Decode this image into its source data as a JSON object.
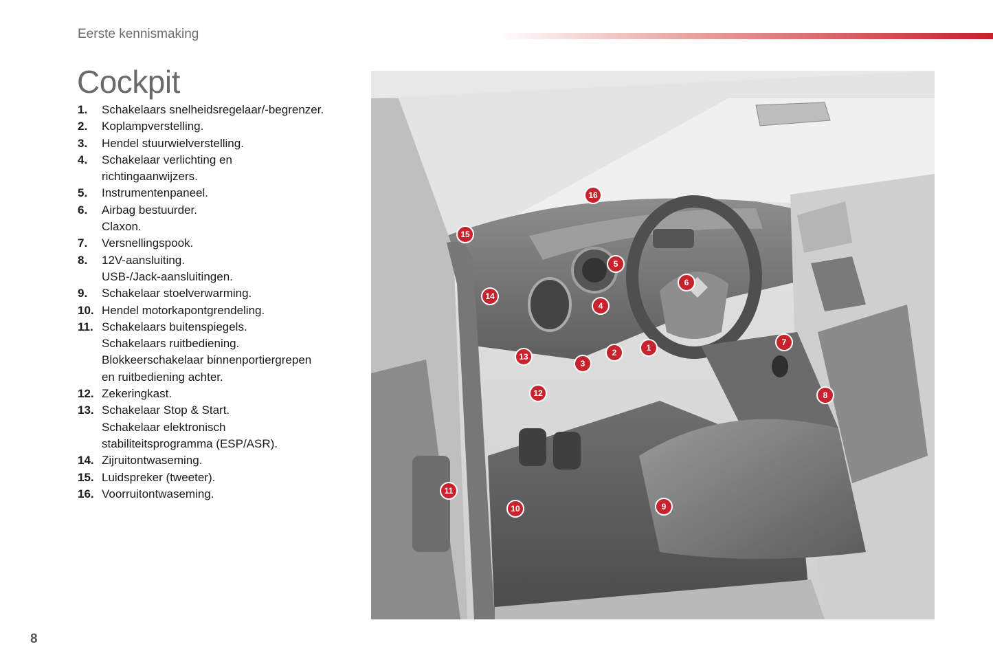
{
  "header": {
    "section_title": "Eerste kennismaking"
  },
  "page": {
    "title": "Cockpit",
    "number": "8"
  },
  "legend": [
    {
      "num": "1.",
      "lines": [
        "Schakelaars snelheidsregelaar/-begrenzer."
      ]
    },
    {
      "num": "2.",
      "lines": [
        "Koplampverstelling."
      ]
    },
    {
      "num": "3.",
      "lines": [
        "Hendel stuurwielverstelling."
      ]
    },
    {
      "num": "4.",
      "lines": [
        "Schakelaar verlichting en",
        "richtingaanwijzers."
      ]
    },
    {
      "num": "5.",
      "lines": [
        "Instrumentenpaneel."
      ]
    },
    {
      "num": "6.",
      "lines": [
        "Airbag bestuurder.",
        "Claxon."
      ]
    },
    {
      "num": "7.",
      "lines": [
        "Versnellingspook."
      ]
    },
    {
      "num": "8.",
      "lines": [
        "12V-aansluiting.",
        "USB-/Jack-aansluitingen."
      ]
    },
    {
      "num": "9.",
      "lines": [
        "Schakelaar stoelverwarming."
      ]
    },
    {
      "num": "10.",
      "lines": [
        "Hendel motorkapontgrendeling."
      ]
    },
    {
      "num": "11.",
      "lines": [
        "Schakelaars buitenspiegels.",
        "Schakelaars ruitbediening.",
        "Blokkeerschakelaar binnenportiergrepen",
        "en ruitbediening achter."
      ]
    },
    {
      "num": "12.",
      "lines": [
        "Zekeringkast."
      ]
    },
    {
      "num": "13.",
      "lines": [
        "Schakelaar Stop & Start.",
        "Schakelaar elektronisch",
        "stabiliteitsprogramma (ESP/ASR)."
      ]
    },
    {
      "num": "14.",
      "lines": [
        "Zijruitontwaseming."
      ]
    },
    {
      "num": "15.",
      "lines": [
        "Luidspreker (tweeter)."
      ]
    },
    {
      "num": "16.",
      "lines": [
        "Voorruitontwaseming."
      ]
    }
  ],
  "callouts": {
    "c1": "1",
    "c2": "2",
    "c3": "3",
    "c4": "4",
    "c5": "5",
    "c6": "6",
    "c7": "7",
    "c8": "8",
    "c9": "9",
    "c10": "10",
    "c11": "11",
    "c12": "12",
    "c13": "13",
    "c14": "14",
    "c15": "15",
    "c16": "16"
  },
  "colors": {
    "accent": "#c8222c",
    "header_bar": "#c8202c"
  }
}
